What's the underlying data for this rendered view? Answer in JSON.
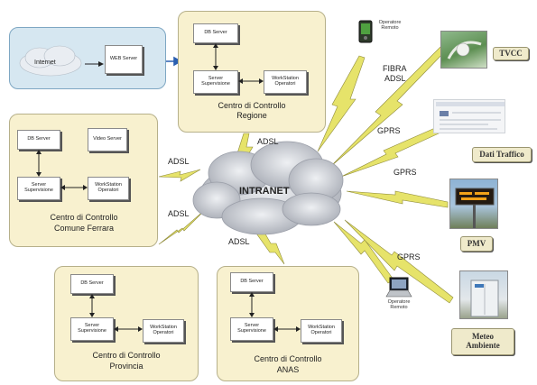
{
  "intranet": {
    "label": "INTRANET"
  },
  "internet": {
    "cloud_label": "Internet",
    "web_server": "WEB Server"
  },
  "centers": [
    {
      "id": "regione",
      "title_line1": "Centro di Controllo",
      "title_line2": "Regione",
      "nodes": [
        "DB Server",
        "Server Supervisione",
        "WorkStation Operatori"
      ]
    },
    {
      "id": "ferrara",
      "title_line1": "Centro di Controllo",
      "title_line2": "Comune Ferrara",
      "nodes": [
        "DB Server",
        "Video Server",
        "Server Supervisione",
        "WorkStation Operatori"
      ]
    },
    {
      "id": "provincia",
      "title_line1": "Centro di Controllo",
      "title_line2": "Provincia",
      "nodes": [
        "DB Server",
        "Server Supervisione",
        "WorkStation Operatori"
      ]
    },
    {
      "id": "anas",
      "title_line1": "Centro di Controllo",
      "title_line2": "ANAS",
      "nodes": [
        "DB Server",
        "Server Supervisione",
        "WorkStation Operatori"
      ]
    }
  ],
  "links": {
    "adsl_regione": "ADSL",
    "adsl_ferrara": "ADSL",
    "adsl_provincia": "ADSL",
    "adsl_anas": "ADSL",
    "fibra_line1": "FIBRA",
    "fibra_line2": "ADSL",
    "gprs_dati": "GPRS",
    "gprs_pmv": "GPRS",
    "gprs_meteo": "GPRS"
  },
  "remote": {
    "pda_label": "Operatore Remoto",
    "laptop_label": "Operatore Remoto"
  },
  "devices": {
    "tvcc": "TVCC",
    "dati_traffico": "Dati Traffico",
    "pmv": "PMV",
    "meteo_line1": "Meteo",
    "meteo_line2": "Ambiente"
  },
  "colors": {
    "center_fill": "#f8f1cf",
    "internet_fill": "#d6e7f1",
    "lightning": "#e6e36a",
    "intranet_cloud": "#c9ccd2",
    "connector_blue": "#2a5fb0"
  }
}
